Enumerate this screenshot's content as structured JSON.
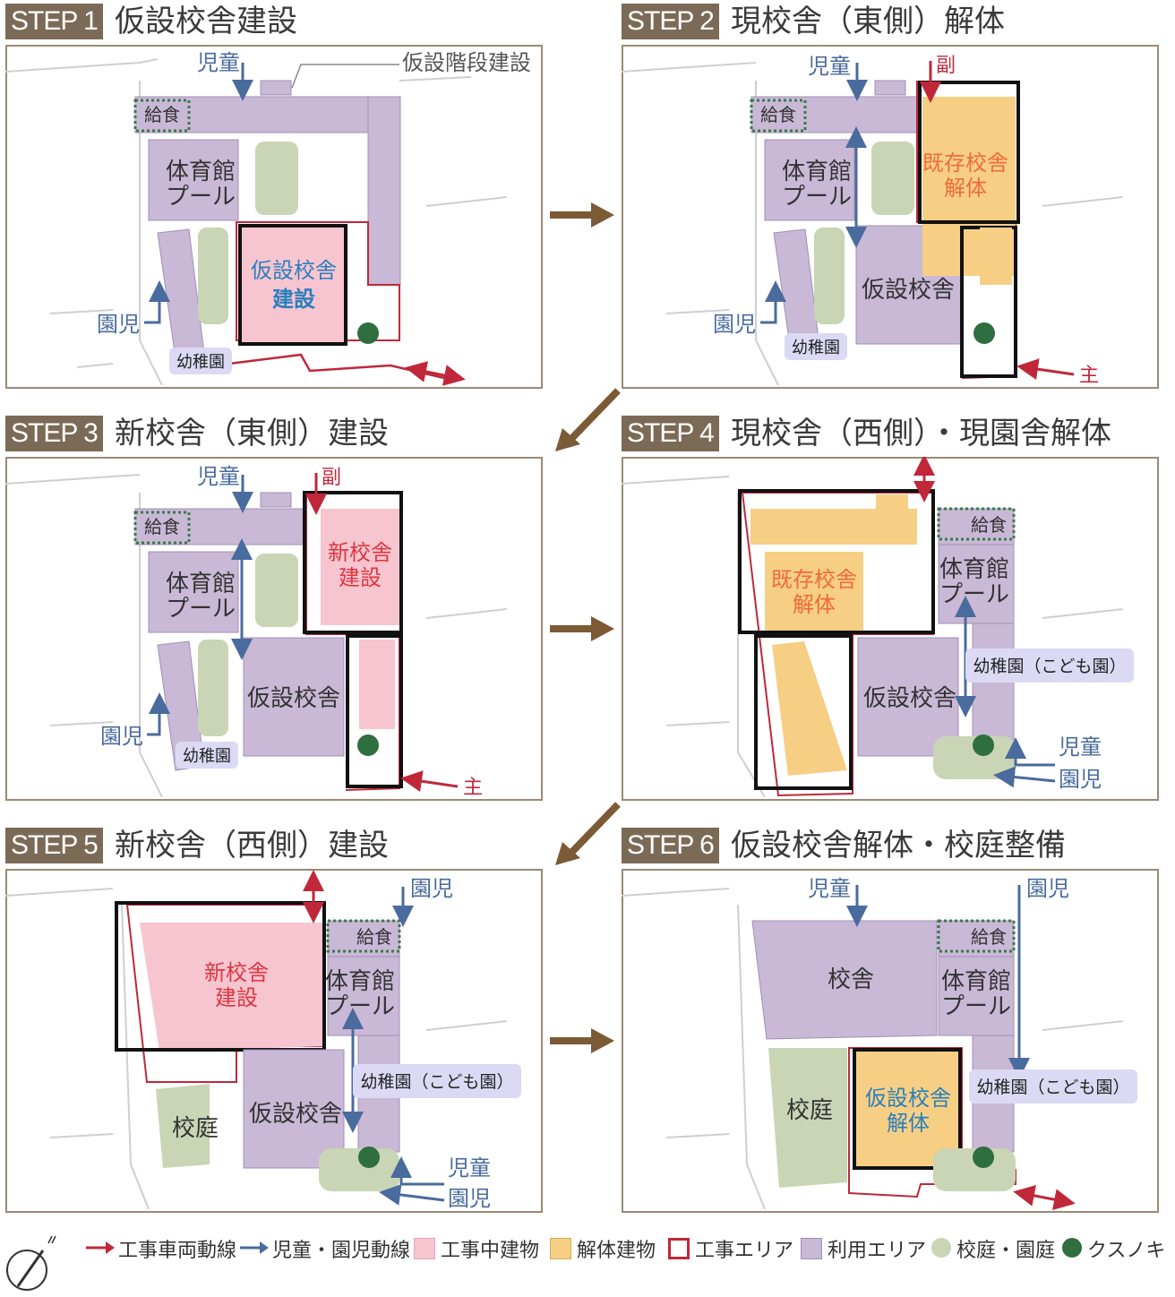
{
  "colors": {
    "purple": "#c9b8d6",
    "purple_stroke": "#a08fb5",
    "pink": "#f7c5d0",
    "orange": "#f6cf85",
    "green": "#c9d5b5",
    "tree": "#2f6e3f",
    "red": "#c0283a",
    "blue": "#4a6b9d",
    "brown": "#7b5a35",
    "header_bg": "#7b6a55",
    "label_bg": "#dcd9f4"
  },
  "steps": [
    {
      "badge": "STEP 1",
      "title": "仮設校舎建設"
    },
    {
      "badge": "STEP 2",
      "title": "現校舎（東側）解体"
    },
    {
      "badge": "STEP 3",
      "title": "新校舎（東側）建設"
    },
    {
      "badge": "STEP 4",
      "title": "現校舎（西側）・現園舎解体"
    },
    {
      "badge": "STEP 5",
      "title": "新校舎（西側）建設"
    },
    {
      "badge": "STEP 6",
      "title": "仮設校舎解体・校庭整備"
    }
  ],
  "labels": {
    "jido": "児童",
    "enji": "園児",
    "kyushoku": "給食",
    "gym1": "体育館",
    "gym2": "プール",
    "kindergarten": "幼稚園",
    "kindergarten_kodomo": "幼稚園（こども園）",
    "temp_school": "仮設校舎",
    "temp_school_build1": "仮設校舎",
    "temp_school_build2": "建設",
    "temp_stairs": "仮設階段建設",
    "exist_demo1": "既存校舎",
    "exist_demo2": "解体",
    "new_build1": "新校舎",
    "new_build2": "建設",
    "temp_demo1": "仮設校舎",
    "temp_demo2": "解体",
    "fuku": "副",
    "shu": "主",
    "school": "校舎",
    "kotei": "校庭"
  },
  "legend": [
    {
      "label": "工事車両動線",
      "kind": "red-arrow"
    },
    {
      "label": "児童・園児動線",
      "kind": "blue-arrow"
    },
    {
      "label": "工事中建物",
      "kind": "pink"
    },
    {
      "label": "解体建物",
      "kind": "orange"
    },
    {
      "label": "工事エリア",
      "kind": "red-outline"
    },
    {
      "label": "利用エリア",
      "kind": "purple"
    },
    {
      "label": "校庭・園庭",
      "kind": "green"
    },
    {
      "label": "クスノキ",
      "kind": "tree"
    }
  ]
}
